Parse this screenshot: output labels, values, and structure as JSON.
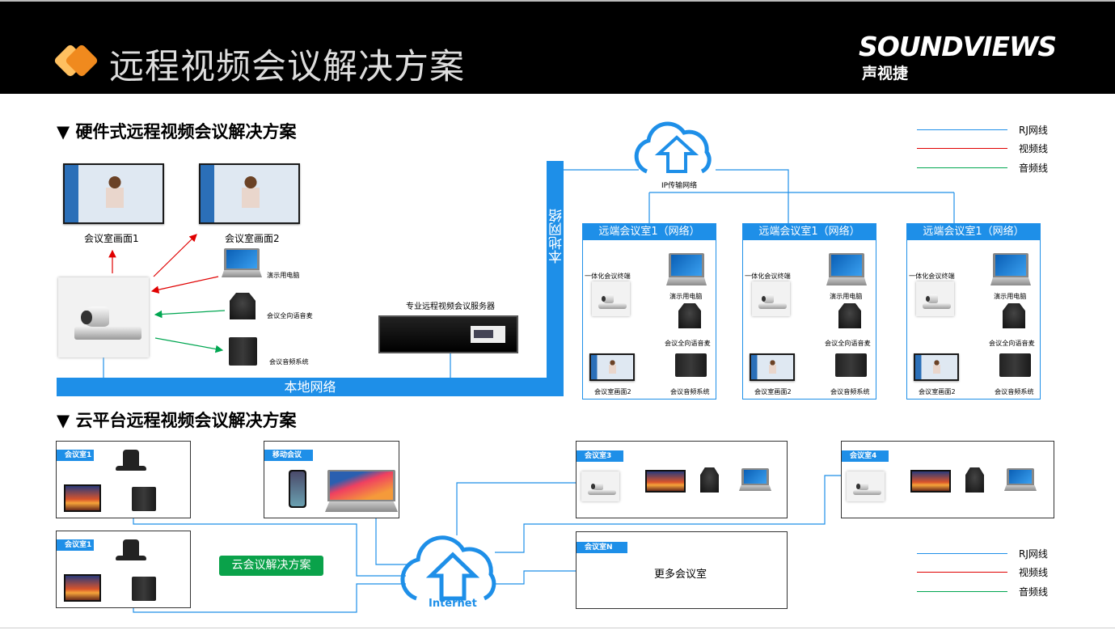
{
  "header": {
    "title": "远程视频会议解决方案",
    "logo_en": "SOUNDVIEWS",
    "logo_cn": "声视捷",
    "accent_orange": "#F08A1E",
    "accent_light": "#FFC060"
  },
  "colors": {
    "rj": "#1E8FE8",
    "video": "#E00000",
    "audio": "#00A651"
  },
  "legend": [
    {
      "label": "RJ网线"
    },
    {
      "label": "视频线"
    },
    {
      "label": "音频线"
    }
  ],
  "hardware": {
    "heading": "▼ 硬件式远程视频会议解决方案",
    "screen1": "会议室画面1",
    "screen2": "会议室画面2",
    "laptop": "演示用电脑",
    "mic": "会议全向语音麦",
    "speaker": "会议音频系统",
    "server": "专业远程视频会议服务器",
    "local_net_h": "本地网络",
    "local_net_v": "本地网络",
    "cloud": "IP传输网络",
    "remote_rooms": [
      {
        "title": "远端会议室1（网络）",
        "terminal": "一体化会议终端",
        "laptop": "演示用电脑",
        "mic": "会议全向语音麦",
        "screen": "会议室画面2",
        "speaker": "会议音频系统"
      },
      {
        "title": "远端会议室1（网络）",
        "terminal": "一体化会议终端",
        "laptop": "演示用电脑",
        "mic": "会议全向语音麦",
        "screen": "会议室画面2",
        "speaker": "会议音频系统"
      },
      {
        "title": "远端会议室1（网络）",
        "terminal": "一体化会议终端",
        "laptop": "演示用电脑",
        "mic": "会议全向语音麦",
        "screen": "会议室画面2",
        "speaker": "会议音频系统"
      }
    ]
  },
  "cloud_platform": {
    "heading": "▼ 云平台远程视频会议解决方案",
    "room_a": "会议室1",
    "room_b": "会议室1",
    "mobile": "移动会议",
    "button": "云会议解决方案",
    "internet": "Internet",
    "room3": "会议室3",
    "room4": "会议室4",
    "roomN": "会议室N",
    "more": "更多会议室"
  }
}
